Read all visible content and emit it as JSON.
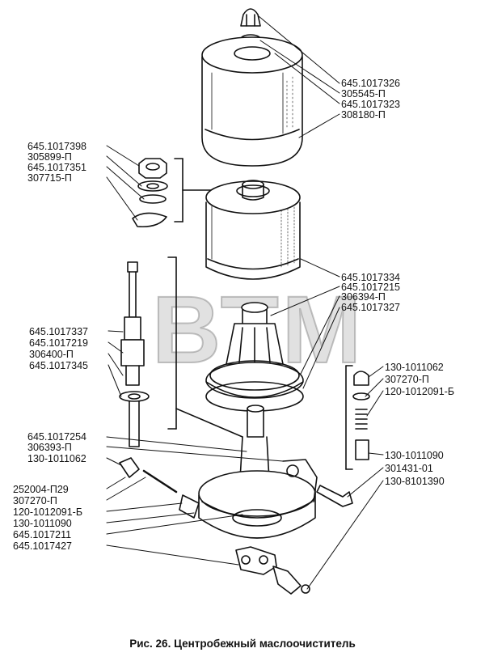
{
  "watermark": "ВТМ",
  "caption": "Рис. 26. Центробежный маслоочиститель",
  "labels_right": {
    "l1": "645.1017326",
    "l2": "305545-П",
    "l3": "645.1017323",
    "l4": "308180-П",
    "l5": "645.1017334",
    "l6": "645.1017215",
    "l7": "306394-П",
    "l8": "645.1017327",
    "l9": "130-1011062",
    "l10": "307270-П",
    "l11": "120-1012091-Б",
    "l12": "130-1011090",
    "l13": "301431-01",
    "l14": "130-8101390"
  },
  "labels_left": {
    "a1": "645.1017398",
    "a2": "305899-П",
    "a3": "645.1017351",
    "a4": "307715-П",
    "b1": "645.1017337",
    "b2": "645.1017219",
    "b3": "306400-П",
    "b4": "645.1017345",
    "c1": "645.1017254",
    "c2": "306393-П",
    "c3": "130-1011062",
    "c4": "252004-П29",
    "c5": "307270-П",
    "c6": "120-1012091-Б",
    "c7": "130-1011090",
    "c8": "645.1017211",
    "c9": "645.1017427"
  }
}
